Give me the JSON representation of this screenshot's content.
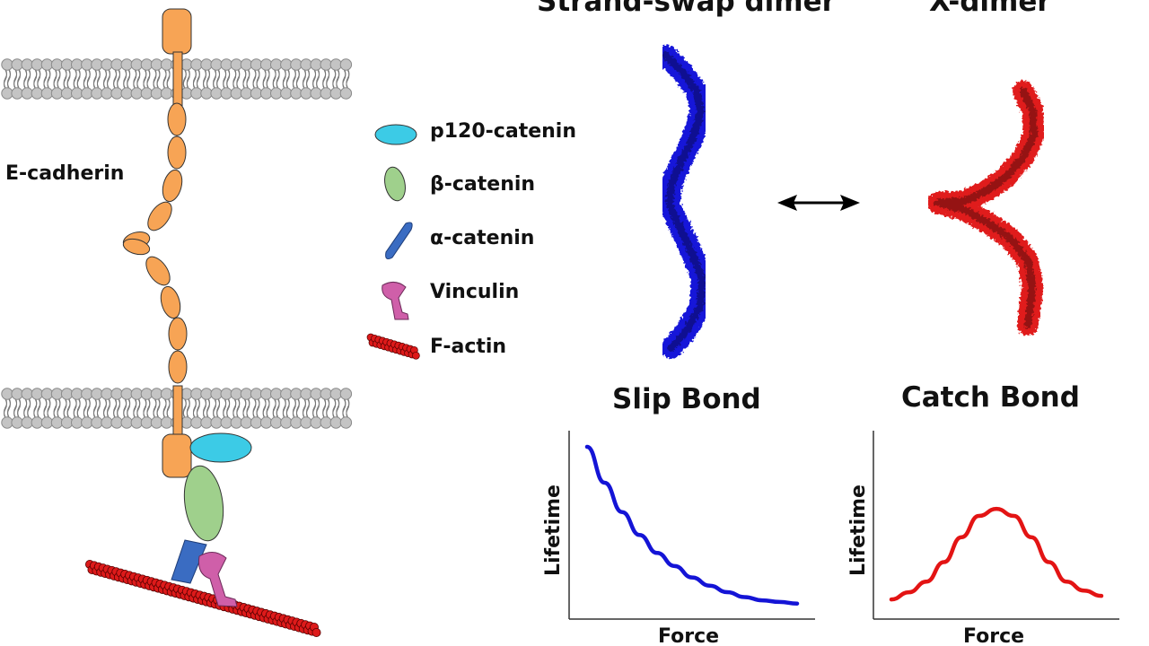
{
  "labels": {
    "ecadherin": "E-cadherin",
    "strand_swap": "Strand-swap dimer",
    "x_dimer": "X-dimer"
  },
  "legend": [
    {
      "label": "p120-catenin",
      "color": "#3ccbe6",
      "icon": "ellipse-icon"
    },
    {
      "label": "β-catenin",
      "color": "#9fd08c",
      "icon": "oval-icon"
    },
    {
      "label": "α-catenin",
      "color": "#3a6cc2",
      "icon": "rod-icon"
    },
    {
      "label": "Vinculin",
      "color": "#cf5fa9",
      "icon": "mushroom-icon"
    },
    {
      "label": "F-actin",
      "color": "#dd1a1a",
      "icon": "bead-chain-icon"
    }
  ],
  "colors": {
    "cadherin": "#f7a455",
    "membrane_head": "#c4c4c4",
    "strand_swap": "#1515d9",
    "x_dimer": "#e01a1a",
    "slip_curve": "#1414d6",
    "catch_curve": "#e31414"
  },
  "chart_data": [
    {
      "type": "line",
      "title": "Slip Bond",
      "xlabel": "Force",
      "ylabel": "Lifetime",
      "grid": false,
      "shape": "monotonic exponential decay",
      "series": [
        {
          "values": [
            1.0,
            0.78,
            0.6,
            0.46,
            0.35,
            0.27,
            0.2,
            0.15,
            0.11,
            0.08,
            0.06,
            0.05,
            0.04
          ]
        }
      ]
    },
    {
      "type": "line",
      "title": "Catch Bond",
      "xlabel": "Force",
      "ylabel": "Lifetime",
      "grid": false,
      "shape": "rise to a maximum then decay",
      "series": [
        {
          "values": [
            0.05,
            0.09,
            0.15,
            0.26,
            0.4,
            0.52,
            0.56,
            0.52,
            0.4,
            0.26,
            0.15,
            0.1,
            0.07
          ]
        }
      ]
    }
  ]
}
